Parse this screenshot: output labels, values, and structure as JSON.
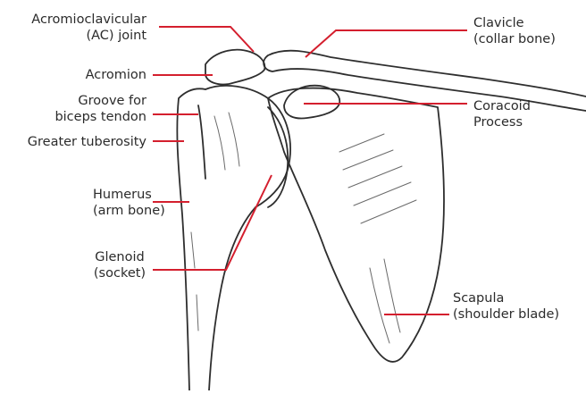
{
  "diagram": {
    "accent_color": "#d41f2e",
    "line_color": "#2e2e2e",
    "labels": {
      "ac_joint": {
        "line1": "Acromioclavicular",
        "line2": "(AC) joint"
      },
      "acromion": {
        "line1": "Acromion"
      },
      "groove": {
        "line1": "Groove for",
        "line2": "biceps tendon"
      },
      "greater_tuberosity": {
        "line1": "Greater tuberosity"
      },
      "humerus": {
        "line1": "Humerus",
        "line2": "(arm bone)"
      },
      "glenoid": {
        "line1": "Glenoid",
        "line2": "(socket)"
      },
      "clavicle": {
        "line1": "Clavicle",
        "line2": "(collar bone)"
      },
      "coracoid": {
        "line1": "Coracoid",
        "line2": "Process"
      },
      "scapula": {
        "line1": "Scapula",
        "line2": "(shoulder blade)"
      }
    }
  }
}
